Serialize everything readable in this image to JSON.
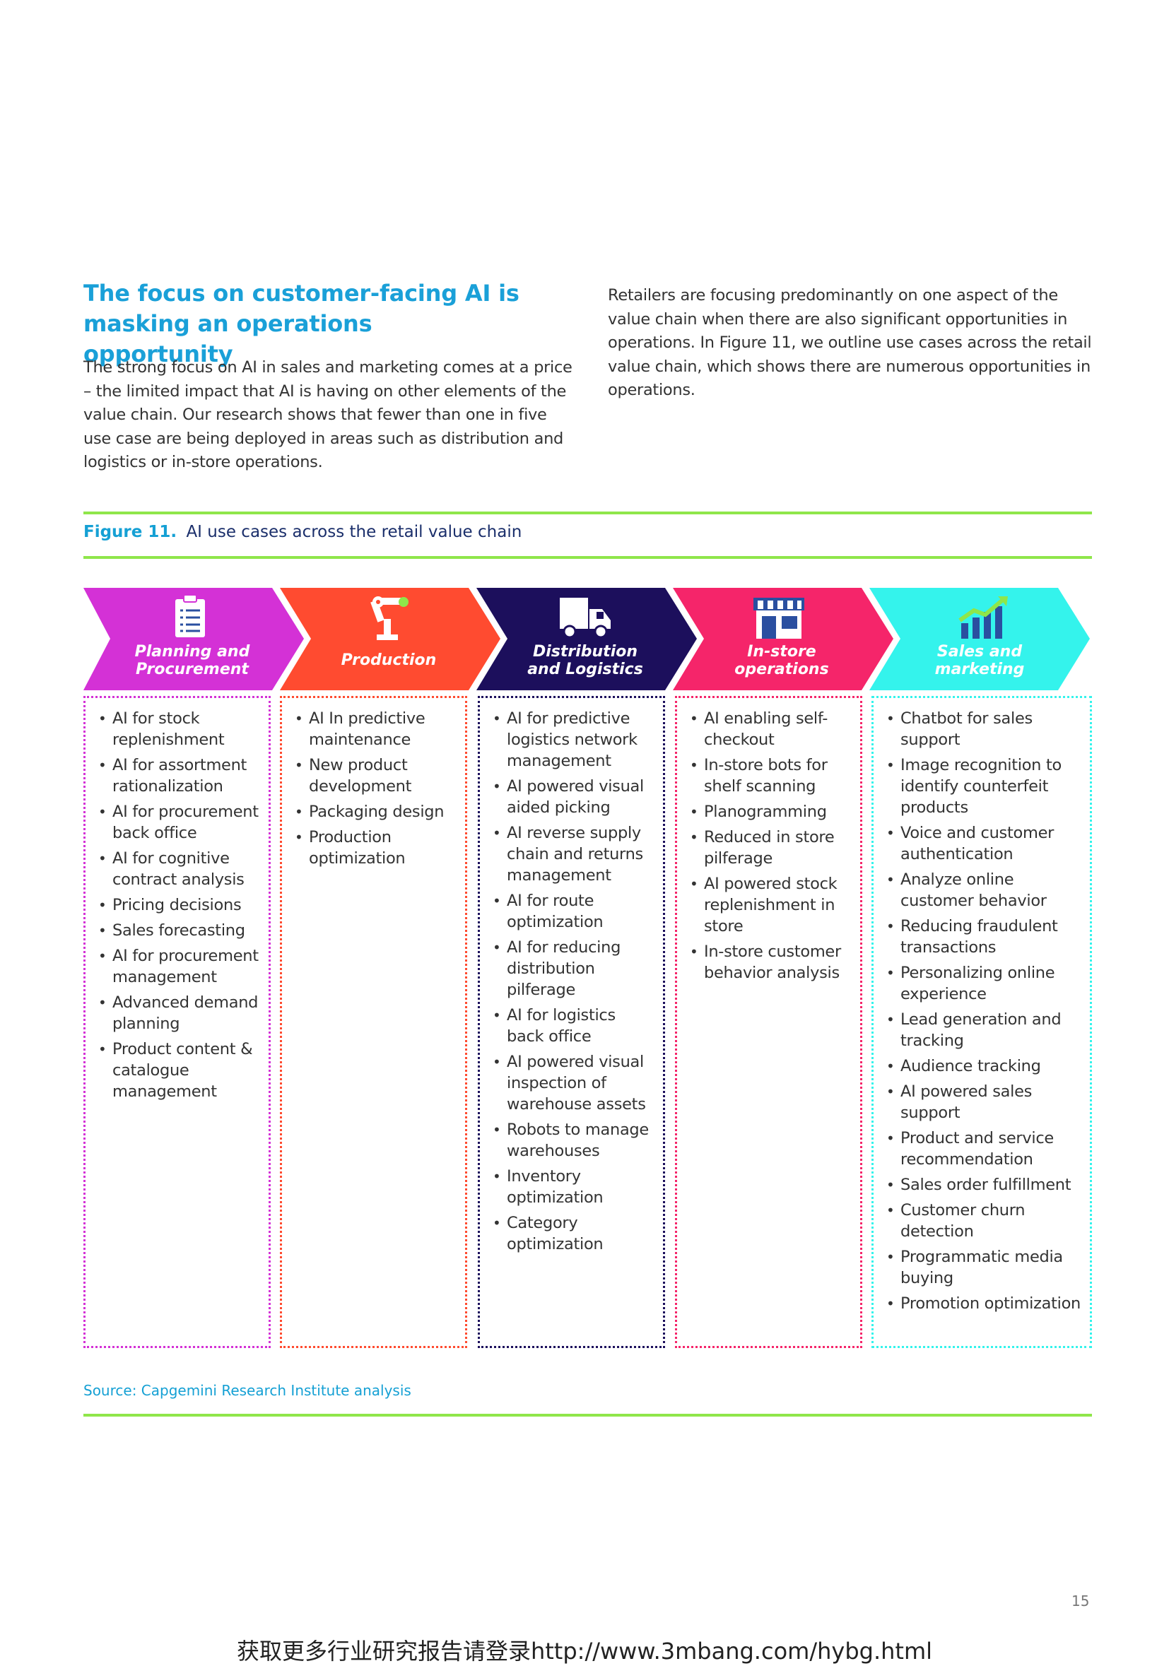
{
  "heading": "The focus on customer-facing AI is masking an operations opportunity",
  "left_paragraph": "The strong focus on AI in sales and marketing comes at a price – the limited impact that AI is having on other elements of the value chain. Our research shows that fewer than one in five use case are being deployed in areas such as distribution and logistics or in-store operations.",
  "right_paragraph": "Retailers are focusing predominantly on one aspect of the value chain when there are also significant opportunities in operations. In Figure 11, we outline use cases across the retail value chain, which shows there are numerous opportunities in operations.",
  "figure": {
    "label": "Figure 11.",
    "title": "AI use cases across the retail value chain"
  },
  "stages": [
    {
      "title_line1": "Planning and",
      "title_line2": "Procurement",
      "color": "#d431d6",
      "icon": "checklist-icon",
      "items": [
        "AI for stock replenishment",
        "AI for assortment rationalization",
        "AI for procurement back office",
        "AI for cognitive contract analysis",
        "Pricing decisions",
        "Sales forecasting",
        "AI for procurement management",
        "Advanced demand planning",
        "Product content & catalogue management"
      ]
    },
    {
      "title_line1": "Production",
      "title_line2": "",
      "color": "#ff4b30",
      "icon": "robot-arm-icon",
      "items": [
        "AI In predictive maintenance",
        "New product development",
        "Packaging design",
        "Production optimization"
      ]
    },
    {
      "title_line1": "Distribution",
      "title_line2": "and Logistics",
      "color": "#1c0f5c",
      "icon": "truck-icon",
      "items": [
        "AI for predictive logistics network management",
        "AI powered visual aided picking",
        "AI reverse supply chain and returns management",
        "AI for route optimization",
        "AI for reducing distribution pilferage",
        "AI for logistics back office",
        "AI powered visual inspection of warehouse assets",
        "Robots to manage warehouses",
        "Inventory optimization",
        "Category optimization"
      ]
    },
    {
      "title_line1": "In-store",
      "title_line2": "operations",
      "color": "#f5256a",
      "icon": "store-icon",
      "items": [
        "AI enabling self-checkout",
        "In-store bots for shelf scanning",
        "Planogramming",
        "Reduced in store pilferage",
        "AI powered stock replenishment in store",
        "In-store customer behavior analysis"
      ]
    },
    {
      "title_line1": "Sales and",
      "title_line2": "marketing",
      "color": "#34f3ec",
      "icon": "growth-chart-icon",
      "items": [
        "Chatbot for sales support",
        "Image recognition to identify counterfeit products",
        "Voice and customer authentication",
        "Analyze online customer behavior",
        "Reducing fraudulent transactions",
        "Personalizing online experience",
        "Lead generation and tracking",
        "Audience tracking",
        "AI powered sales support",
        "Product and service recommendation",
        "Sales order fulfillment",
        "Customer churn detection",
        "Programmatic media buying",
        "Promotion optimization"
      ]
    }
  ],
  "source": "Source: Capgemini Research Institute analysis",
  "page_number": "15",
  "footer": "获取更多行业研究报告请登录http://www.3mbang.com/hybg.html",
  "accent_color": "#8fe64a",
  "heading_color": "#1aa0d8"
}
